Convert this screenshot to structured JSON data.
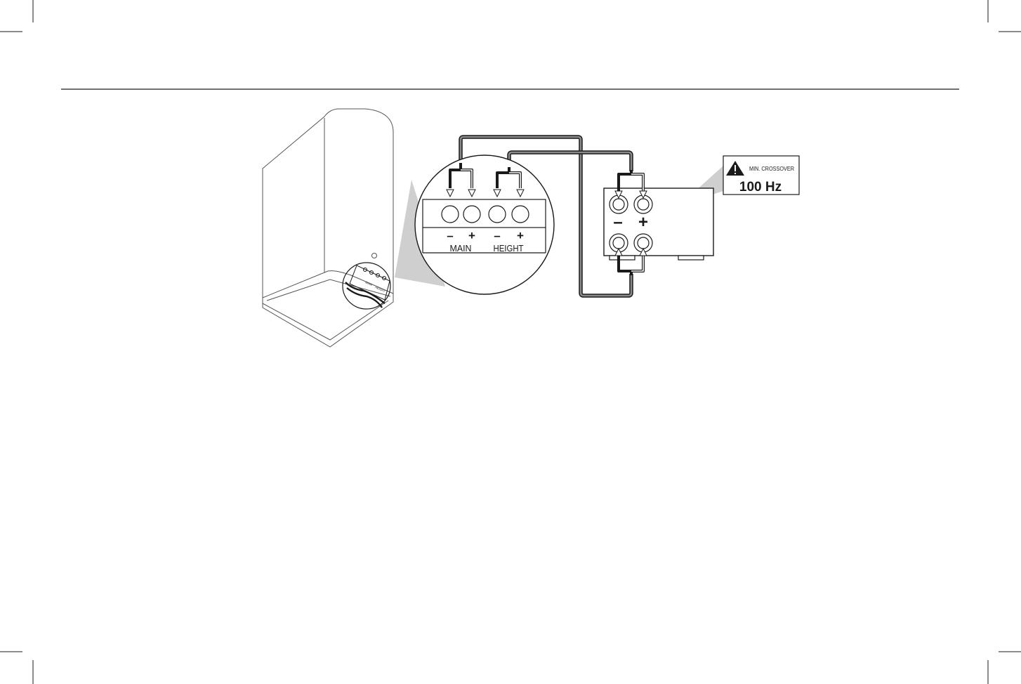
{
  "speaker_terminals": {
    "minus_sign": "–",
    "plus_sign": "+",
    "main_label": "MAIN",
    "height_label": "HEIGHT"
  },
  "speaker_mini_labels": {
    "main": "MAIN",
    "height": "HEIGHT"
  },
  "receiver_terminals": {
    "minus_sign": "–",
    "plus_sign": "+"
  },
  "crossover_callout": {
    "title": "MIN. CROSSOVER",
    "value": "100 Hz",
    "warning_icon": "warning-triangle-icon"
  },
  "colors": {
    "line": "#1a1a1a",
    "callout_fill": "#cfcfcf",
    "speaker_outline": "#555555"
  }
}
